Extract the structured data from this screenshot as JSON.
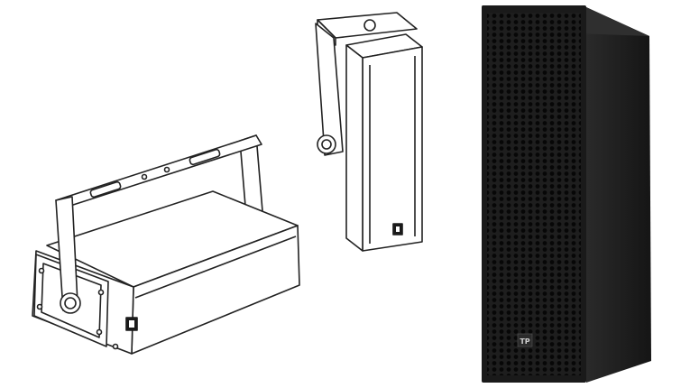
{
  "image": {
    "subjects": [
      {
        "name": "horizontal-bracket-speaker",
        "style": "line-drawing"
      },
      {
        "name": "vertical-bracket-speaker",
        "style": "line-drawing"
      },
      {
        "name": "column-speaker-photo",
        "style": "photo",
        "color": "#1c1c1c"
      }
    ],
    "logo": "TP"
  }
}
